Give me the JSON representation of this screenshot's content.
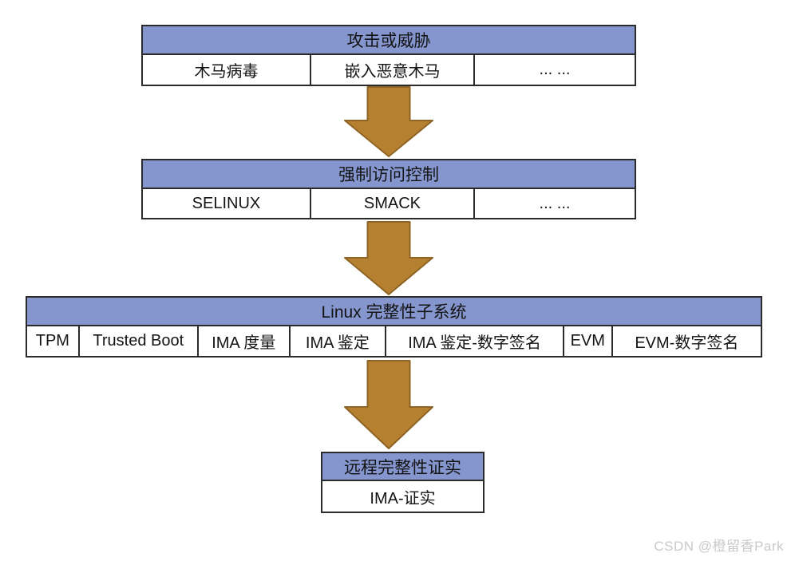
{
  "colors": {
    "page_bg": "#ffffff",
    "header_fill": "#8596CE",
    "box_border": "#2b2b2b",
    "arrow_fill": "#B5802F",
    "arrow_stroke": "#8E6426",
    "watermark": "#C9C9C9"
  },
  "diagram": {
    "levels": [
      {
        "title": "攻击或威胁",
        "cells": [
          "木马病毒",
          "嵌入恶意木马",
          "... ..."
        ]
      },
      {
        "title": "强制访问控制",
        "cells": [
          "SELINUX",
          "SMACK",
          "... ..."
        ]
      },
      {
        "title": "Linux 完整性子系统",
        "cells": [
          "TPM",
          "Trusted Boot",
          "IMA 度量",
          "IMA 鉴定",
          "IMA 鉴定-数字签名",
          "EVM",
          "EVM-数字签名"
        ]
      },
      {
        "title": "远程完整性证实",
        "cells": [
          "IMA-证实"
        ]
      }
    ]
  },
  "watermark": {
    "text": "CSDN @橙留香Park"
  }
}
